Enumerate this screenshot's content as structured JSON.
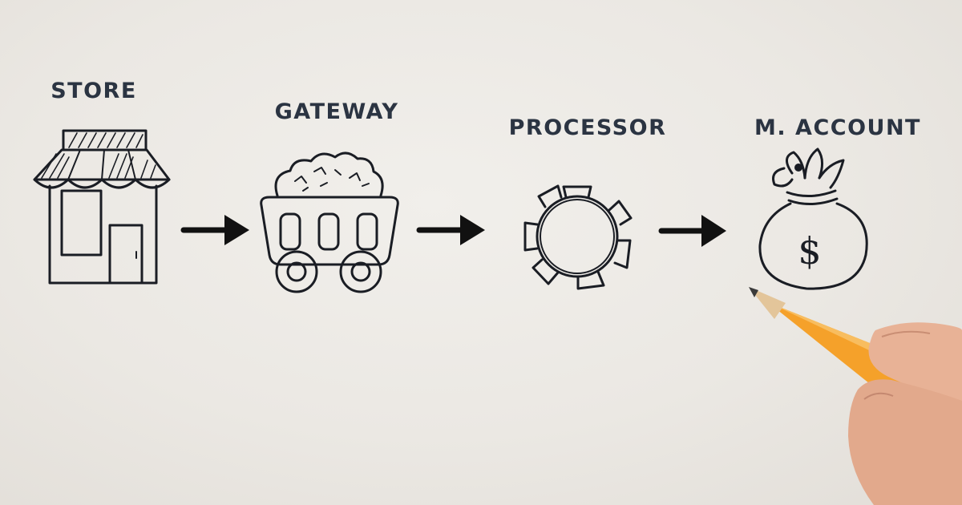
{
  "diagram": {
    "steps": [
      {
        "label": "STORE",
        "icon": "store-icon"
      },
      {
        "label": "GATEWAY",
        "icon": "cart-icon"
      },
      {
        "label": "PROCESSOR",
        "icon": "gear-icon"
      },
      {
        "label": "M. ACCOUNT",
        "icon": "money-bag-icon"
      }
    ],
    "money_symbol": "$",
    "connector": "arrow-right-icon"
  },
  "colors": {
    "paper": "#ece9e4",
    "ink": "#1a1d24",
    "label_text": "#2b3442",
    "pencil": "#f29a1f",
    "skin": "#e9b79c"
  }
}
